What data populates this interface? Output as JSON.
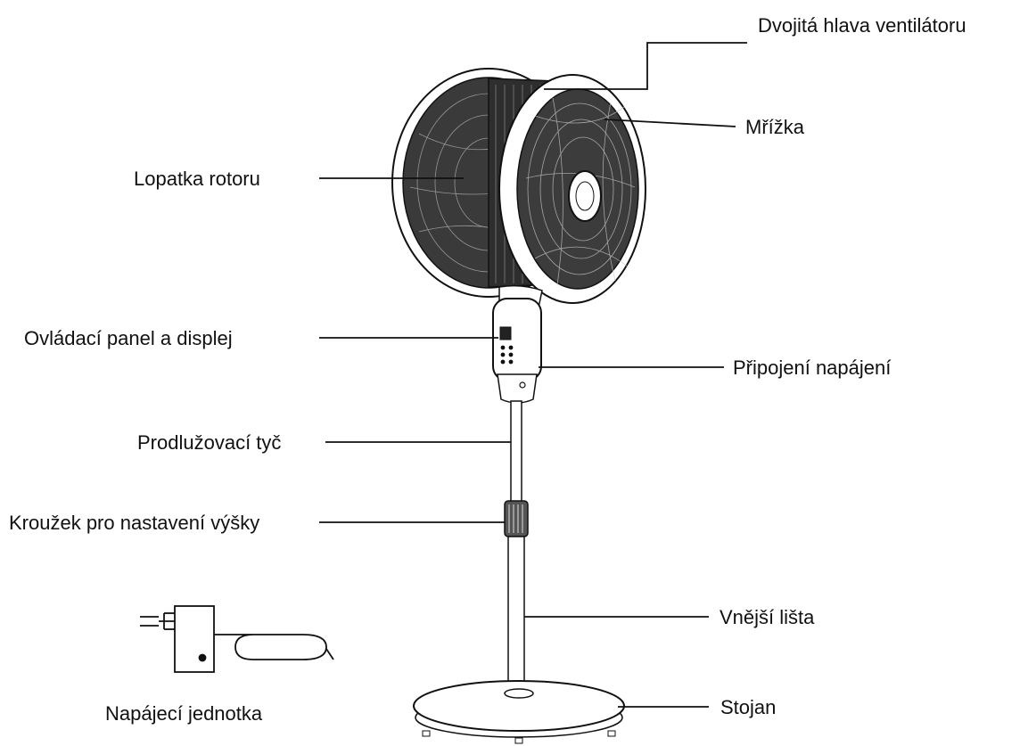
{
  "labels": {
    "dual_head": "Dvojitá hlava ventilátoru",
    "grille": "Mřížka",
    "rotor_blade": "Lopatka rotoru",
    "control_panel": "Ovládací panel a displej",
    "power_connection": "Připojení napájení",
    "extension_rod": "Prodlužovací tyč",
    "height_ring": "Kroužek pro nastavení výšky",
    "outer_bar": "Vnější lišta",
    "stand": "Stojan",
    "power_unit": "Napájecí jednotka"
  },
  "colors": {
    "line": "#111111",
    "fill": "#ffffff",
    "mesh": "#2a2a2a"
  }
}
